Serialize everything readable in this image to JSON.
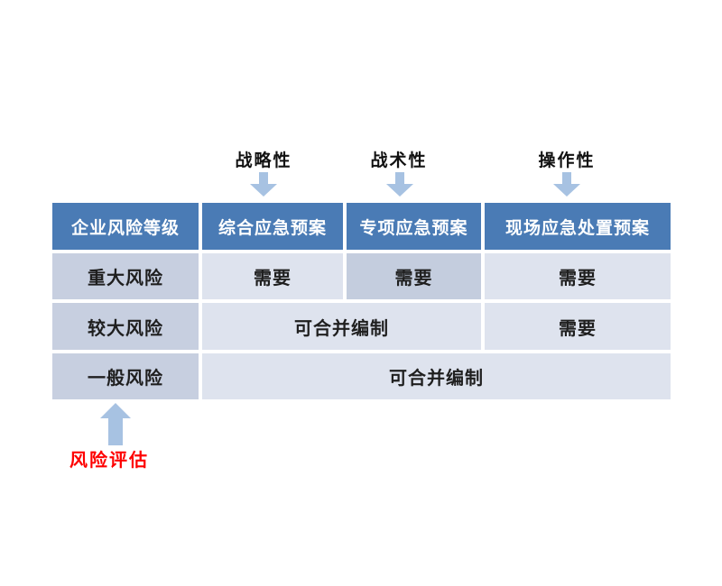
{
  "annotations": {
    "top_labels": [
      {
        "label": "战略性"
      },
      {
        "label": "战术性"
      },
      {
        "label": "操作性"
      }
    ],
    "bottom_label": "风险评估"
  },
  "table": {
    "headers": [
      "企业风险等级",
      "综合应急预案",
      "专项应急预案",
      "现场应急处置预案"
    ],
    "rows": [
      {
        "label": "重大风险",
        "cells": [
          {
            "text": "需要",
            "span": 1,
            "variant": "light"
          },
          {
            "text": "需要",
            "span": 1,
            "variant": "dark"
          },
          {
            "text": "需要",
            "span": 1,
            "variant": "light"
          }
        ]
      },
      {
        "label": "较大风险",
        "cells": [
          {
            "text": "可合并编制",
            "span": 2,
            "variant": "light"
          },
          {
            "text": "需要",
            "span": 1,
            "variant": "light"
          }
        ]
      },
      {
        "label": "一般风险",
        "cells": [
          {
            "text": "可合并编制",
            "span": 3,
            "variant": "light"
          }
        ]
      }
    ]
  },
  "icons": {
    "down_arrows": [
      "down-arrow-strategic",
      "down-arrow-tactical",
      "down-arrow-operational"
    ],
    "up_arrow": "up-arrow-risk-assessment"
  },
  "colors": {
    "header_bg": "#4a7bb5",
    "label_bg": "#c7cfe0",
    "cell_bg": "#dee3ee",
    "cell_dark_bg": "#c4cdde",
    "arrow": "#a7c2e2",
    "risk_label": "#fe0000",
    "header_text": "#ffffff",
    "cell_text": "#1f1f1f"
  }
}
